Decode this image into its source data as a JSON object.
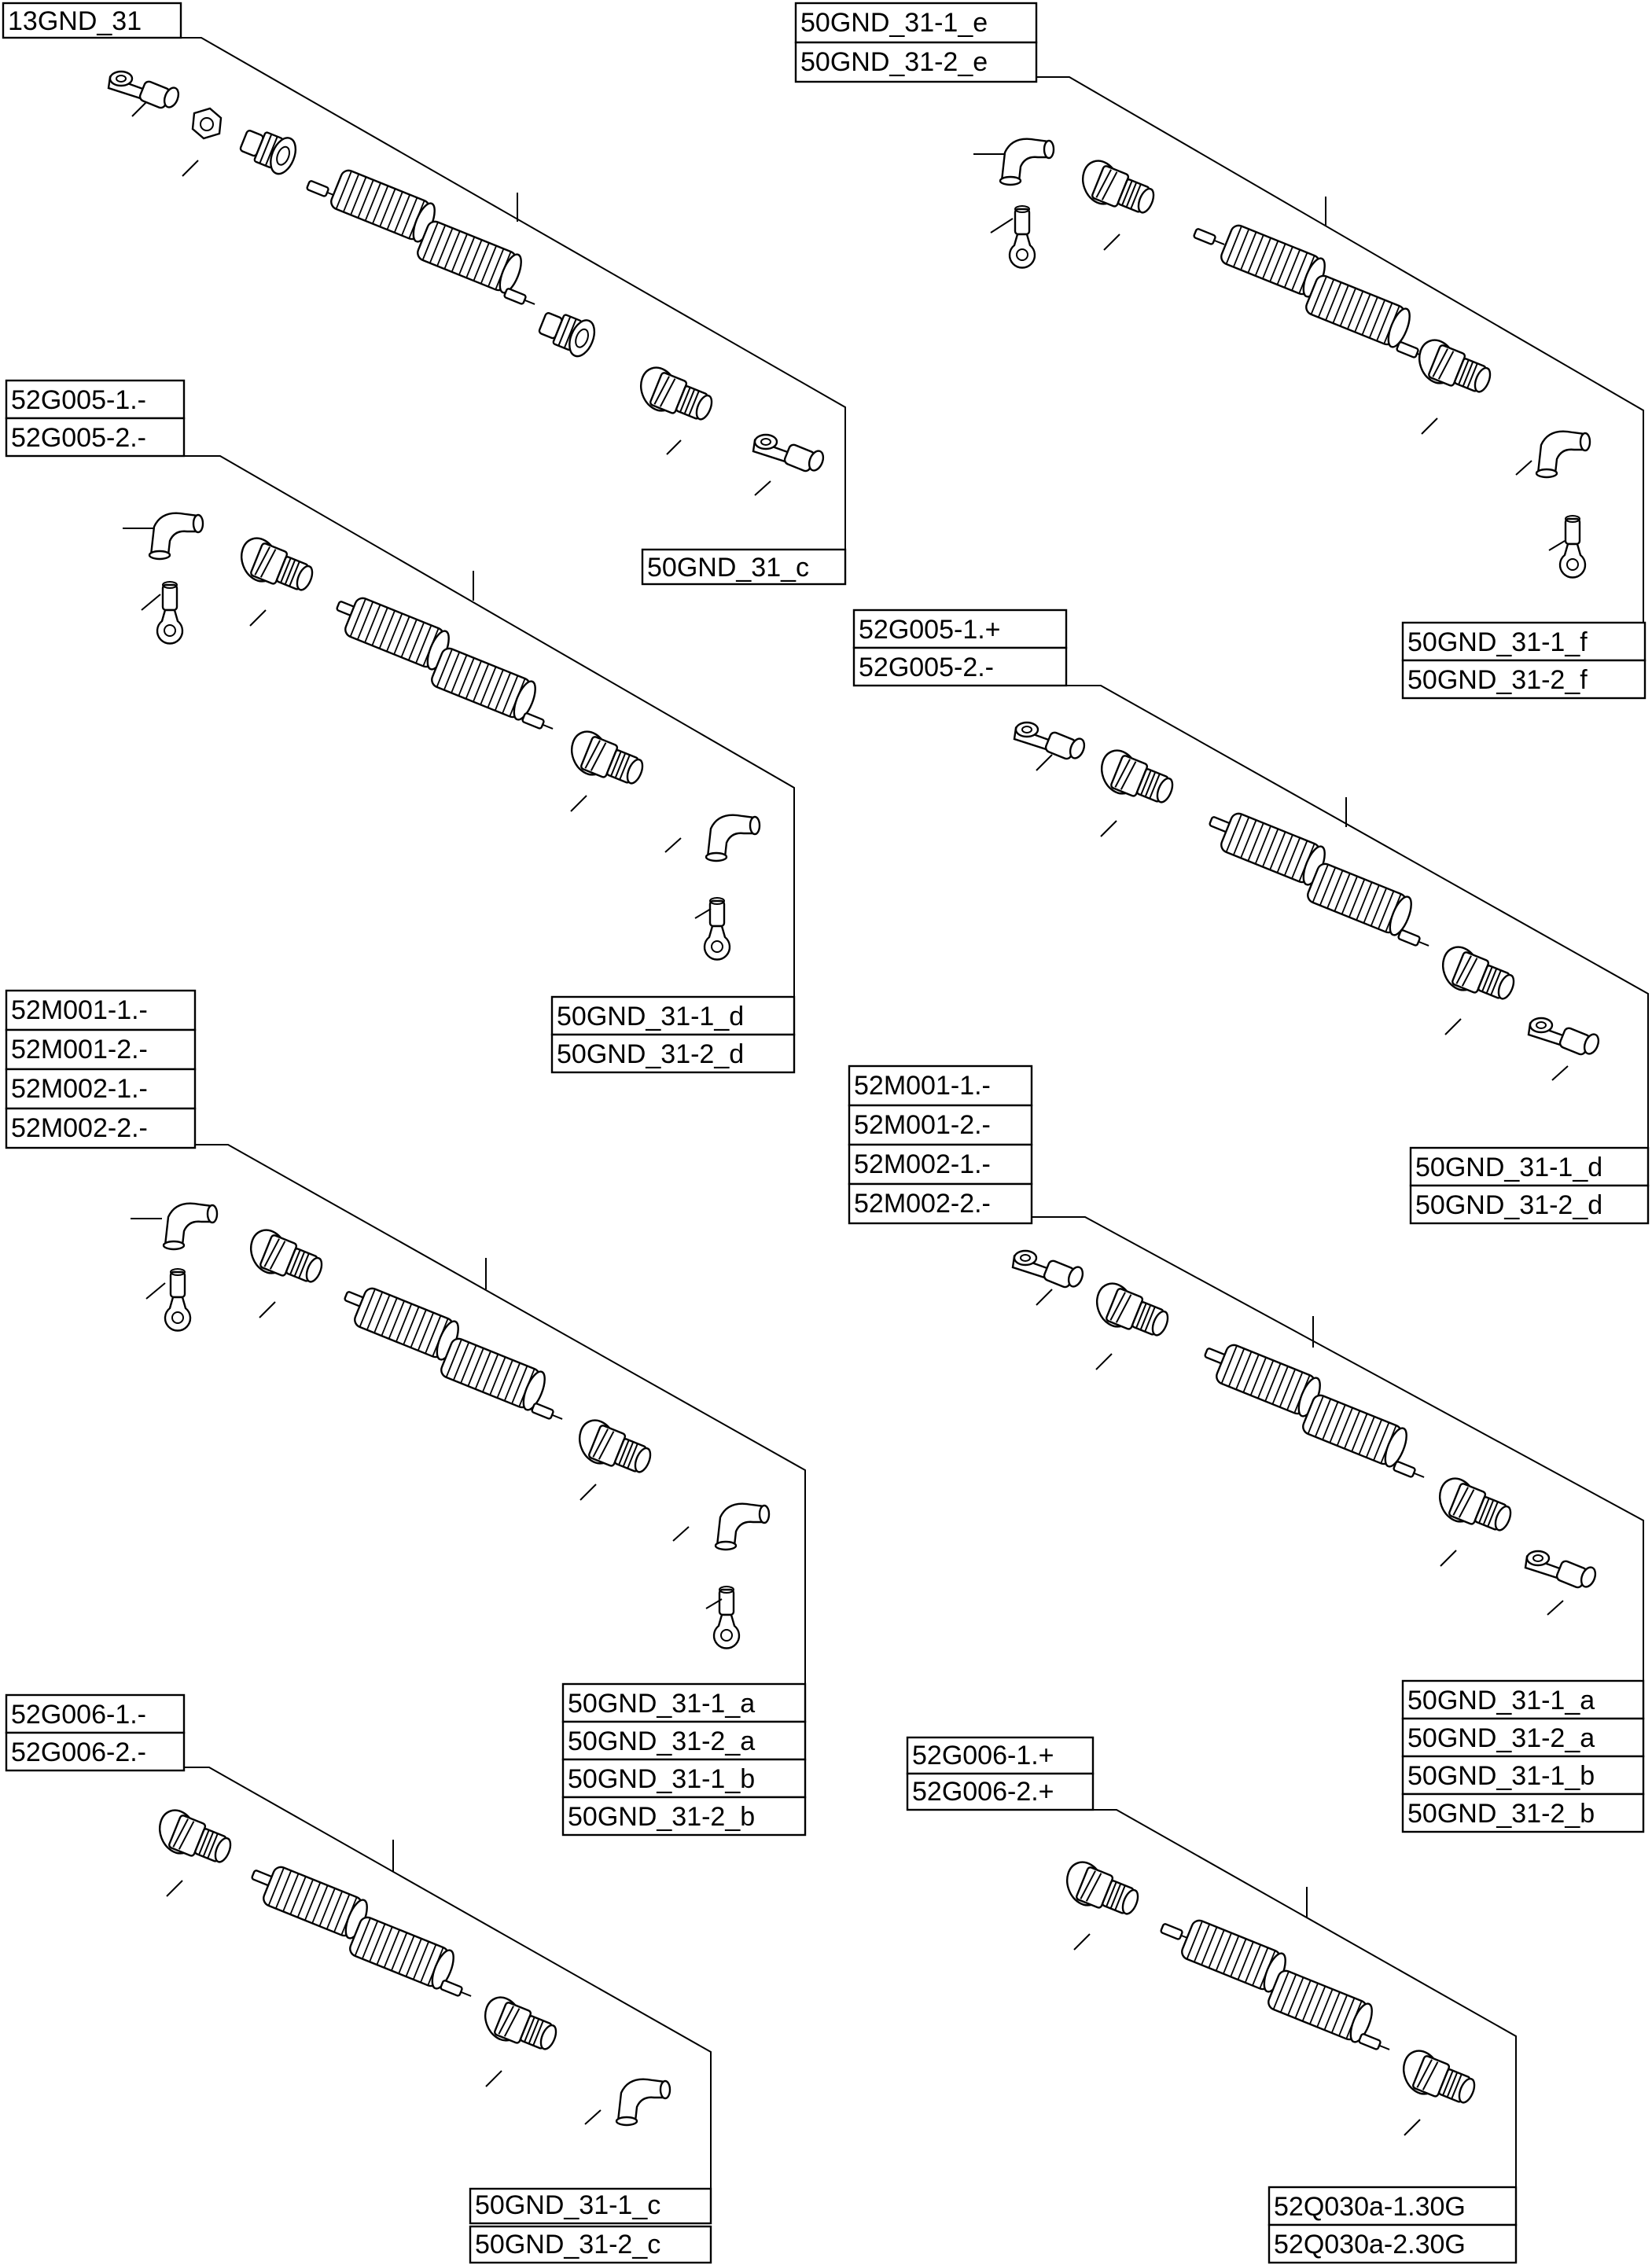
{
  "diagram": {
    "groups": [
      {
        "id": "g1",
        "source_labels": [
          "13GND_31"
        ],
        "target_labels": [
          "50GND_31_c"
        ]
      },
      {
        "id": "g2",
        "source_labels": [
          "50GND_31-1_e",
          "50GND_31-2_e"
        ],
        "target_labels": [
          "50GND_31-1_f",
          "50GND_31-2_f"
        ]
      },
      {
        "id": "g3",
        "source_labels": [
          "52G005-1.-",
          "52G005-2.-"
        ],
        "target_labels": [
          "50GND_31-1_d",
          "50GND_31-2_d"
        ]
      },
      {
        "id": "g4",
        "source_labels": [
          "52G005-1.+",
          "52G005-2.-"
        ],
        "target_labels": [
          "50GND_31-1_d",
          "50GND_31-2_d"
        ]
      },
      {
        "id": "g5",
        "source_labels": [
          "52M001-1.-",
          "52M001-2.-",
          "52M002-1.-",
          "52M002-2.-"
        ],
        "target_labels": [
          "50GND_31-1_a",
          "50GND_31-2_a",
          "50GND_31-1_b",
          "50GND_31-2_b"
        ]
      },
      {
        "id": "g6",
        "source_labels": [
          "52M001-1.-",
          "52M001-2.-",
          "52M002-1.-",
          "52M002-2.-"
        ],
        "target_labels": [
          "50GND_31-1_a",
          "50GND_31-2_a",
          "50GND_31-1_b",
          "50GND_31-2_b"
        ]
      },
      {
        "id": "g7",
        "source_labels": [
          "52G006-1.-",
          "52G006-2.-"
        ],
        "target_labels": [
          "50GND_31-1_c",
          "50GND_31-2_c"
        ]
      },
      {
        "id": "g8",
        "source_labels": [
          "52G006-1.+",
          "52G006-2.+"
        ],
        "target_labels": [
          "52Q030a-1.30G",
          "52Q030a-2.30G"
        ]
      }
    ]
  }
}
